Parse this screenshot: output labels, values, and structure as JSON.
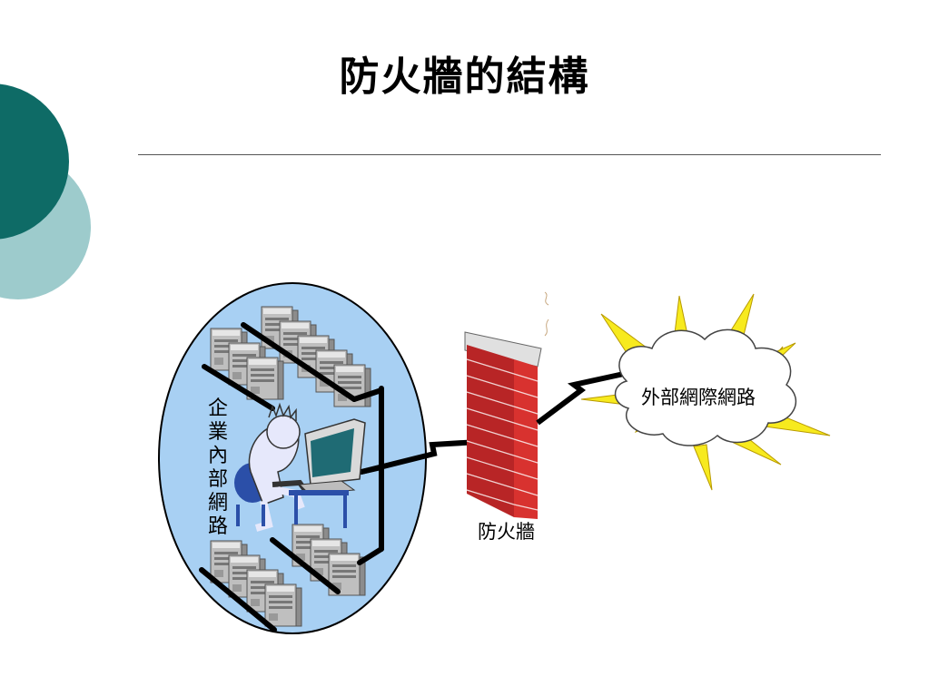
{
  "slide": {
    "title": "防火牆的結構"
  },
  "labels": {
    "internal_network": "企業內部網路",
    "firewall": "防火牆",
    "external_network": "外部網際網路"
  },
  "colors": {
    "accent_dark": "#0e6b66",
    "accent_light": "#9dcbcc",
    "lan_fill": "#a8d0f3",
    "brick": "#c4282a",
    "cloud_spikes": "#f7ea1e"
  },
  "icons": [
    "server-rack-icon",
    "user-at-computer-icon",
    "brick-wall-icon",
    "cloud-icon",
    "lightning-link-icon"
  ]
}
